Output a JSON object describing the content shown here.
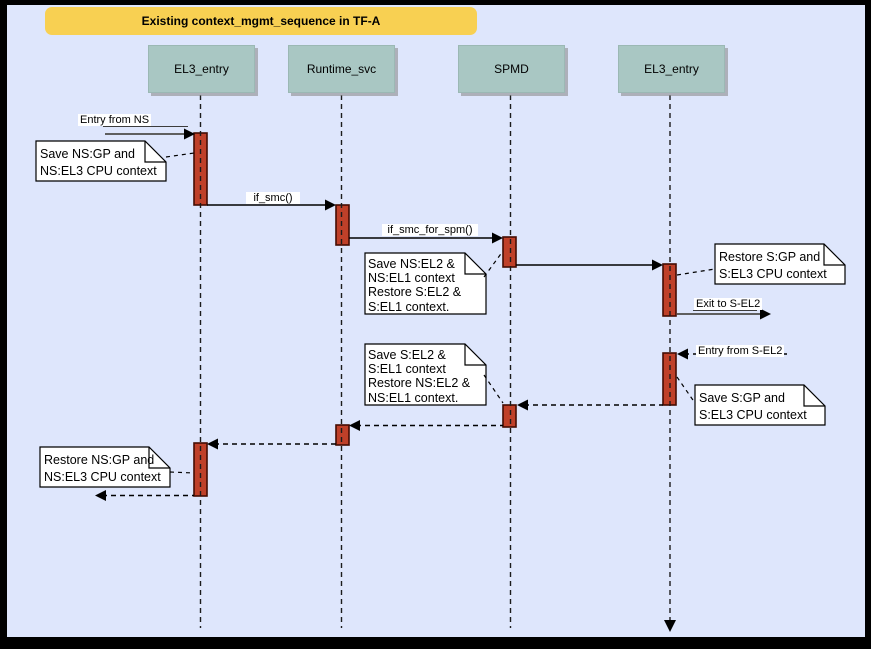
{
  "title": "Existing context_mgmt_sequence in TF-A",
  "lifelines": [
    {
      "label": "EL3_entry"
    },
    {
      "label": "Runtime_svc"
    },
    {
      "label": "SPMD"
    },
    {
      "label": "EL3_entry"
    }
  ],
  "messages": {
    "entry_from_ns": "Entry from NS",
    "if_smc": "if_smc()",
    "if_smc_for_spm": "if_smc_for_spm()",
    "exit_to_sel2": "Exit to S-EL2",
    "entry_from_sel2": "Entry from S-EL2"
  },
  "notes": {
    "n1": "Save NS:GP and\nNS:EL3 CPU context",
    "n2": "Save NS:EL2 &\nNS:EL1 context\nRestore S:EL2 &\nS:EL1 context.",
    "n3": "Restore S:GP and\nS:EL3 CPU context",
    "n4": "Save S:GP and\nS:EL3 CPU context",
    "n5": "Save S:EL2 &\nS:EL1 context\nRestore NS:EL2 &\nNS:EL1 context.",
    "n6": "Restore NS:GP and\nNS:EL3 CPU context"
  },
  "colors": {
    "background": "#dee6fc",
    "frame": "#000000",
    "title_bg": "#f8d052",
    "lifeline_header_bg": "#a9c7c3",
    "activation_bar": "#bf4029",
    "activation_border": "#450d03",
    "note_bg": "#ffffff",
    "gray_message": "#5f5f5f"
  }
}
